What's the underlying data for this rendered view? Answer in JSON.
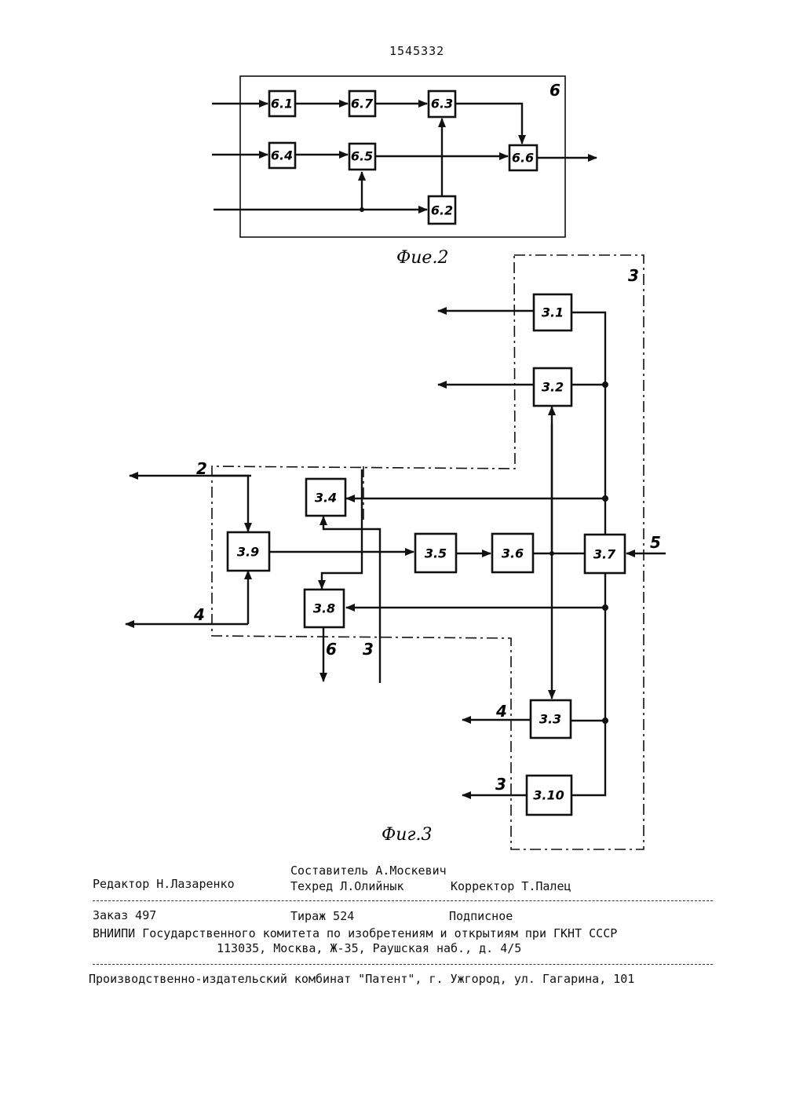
{
  "header": {
    "patent_number": "1545332"
  },
  "fig2": {
    "caption": "Фие.2",
    "frame_label": "6",
    "blocks": [
      "6.1",
      "6.7",
      "6.3",
      "6.4",
      "6.5",
      "6.6",
      "6.2"
    ]
  },
  "fig3": {
    "caption": "Фиг.3",
    "frame_label": "3",
    "blocks": [
      "3.1",
      "3.2",
      "3.4",
      "3.9",
      "3.5",
      "3.6",
      "3.7",
      "3.8",
      "3.3",
      "3.10"
    ],
    "port_labels": {
      "in_top": "2",
      "in_bottom": "4",
      "in_right": "5",
      "out_38": "6",
      "out_mid": "3",
      "out_33": "4",
      "out_310": "3"
    }
  },
  "imprint": {
    "editor": "Редактор Н.Лазаренко",
    "compiler": "Составитель А.Москевич",
    "techred": "Техред Л.Олийнык",
    "corrector": "Корректор Т.Палец",
    "order": "Заказ 497",
    "circulation": "Тираж 524",
    "subscription": "Подписное",
    "org": "ВНИИПИ Государственного комитета по изобретениям и открытиям при ГКНТ СССР",
    "address": "113035, Москва, Ж-35, Раушская наб., д. 4/5",
    "printer": "Производственно-издательский комбинат \"Патент\", г. Ужгород, ул. Гагарина, 101"
  }
}
